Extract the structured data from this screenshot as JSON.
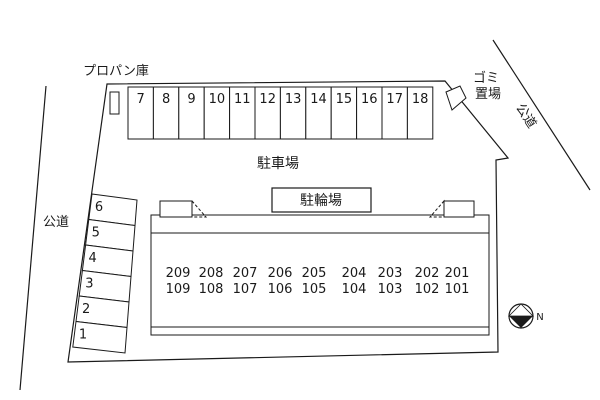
{
  "labels": {
    "propane_storage": "プロパン庫",
    "garbage_area_line1": "ゴミ",
    "garbage_area_line2": "置場",
    "public_road_right": "公道",
    "public_road_left": "公道",
    "parking_lot": "駐車場",
    "bicycle_parking": "駐輪場",
    "compass_n": "N"
  },
  "parking_top": [
    "7",
    "8",
    "9",
    "10",
    "11",
    "12",
    "13",
    "14",
    "15",
    "16",
    "17",
    "18"
  ],
  "parking_left": [
    "6",
    "5",
    "4",
    "3",
    "2",
    "1"
  ],
  "units_floor2": [
    "209",
    "208",
    "207",
    "206",
    "205",
    "204",
    "203",
    "202",
    "201"
  ],
  "units_floor1": [
    "109",
    "108",
    "107",
    "106",
    "105",
    "104",
    "103",
    "102",
    "101"
  ]
}
